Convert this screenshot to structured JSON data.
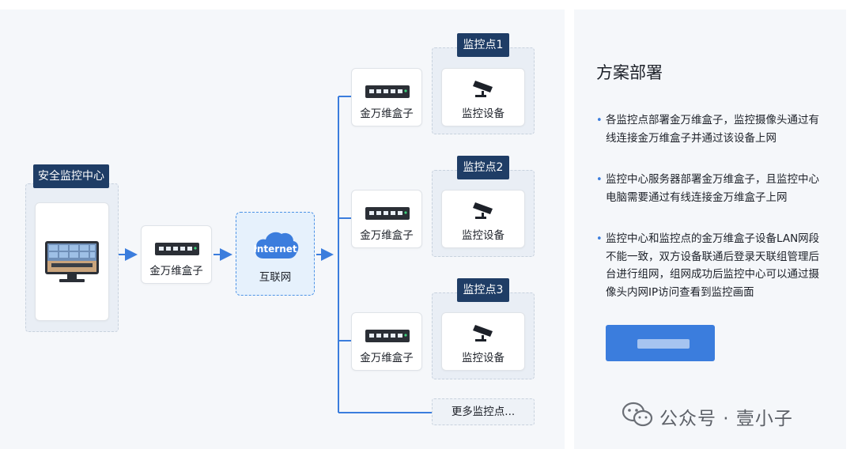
{
  "center": {
    "title": "安全监控中心",
    "box_label": "金万维盒子"
  },
  "internet": {
    "cloud_text": "Internet",
    "label": "互联网"
  },
  "sites": [
    {
      "tag": "监控点1",
      "box_label": "金万维盒子",
      "device_label": "监控设备"
    },
    {
      "tag": "监控点2",
      "box_label": "金万维盒子",
      "device_label": "监控设备"
    },
    {
      "tag": "监控点3",
      "box_label": "金万维盒子",
      "device_label": "监控设备"
    }
  ],
  "more_sites": "更多监控点...",
  "panel": {
    "title": "方案部署",
    "bullets": [
      "各监控点部署金万维盒子，监控摄像头通过有线连接金万维盒子并通过该设备上网",
      "监控中心服务器部署金万维盒子，且监控中心电脑需要通过有线连接金万维盒子上网",
      "监控中心和监控点的金万维盒子设备LAN网段不能一致，双方设备联通后登录天联组管理后台进行组网，组网成功后监控中心可以通过摄像头内网IP访问查看到监控画面"
    ]
  },
  "watermark": "公众号 · 壹小子",
  "colors": {
    "accent": "#3b7ddd",
    "tag_bg": "#1f3d66",
    "panel_bg": "#f5f7fa",
    "internet_bg": "#e6f1fc"
  },
  "icons": [
    "router-icon",
    "monitor-wall-icon",
    "cloud-icon",
    "cctv-camera-icon",
    "wechat-icon"
  ]
}
